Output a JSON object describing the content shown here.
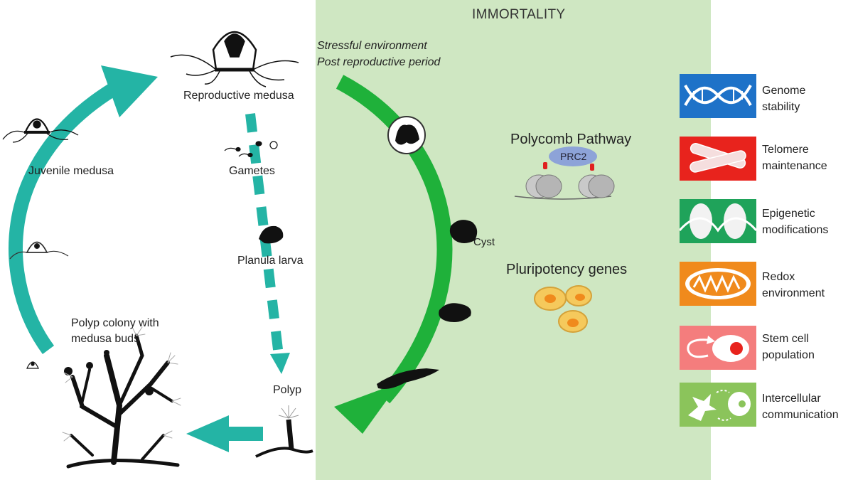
{
  "title": "IMMORTALITY",
  "life_cycle": {
    "reproductive_medusa": "Reproductive medusa",
    "juvenile_medusa": "Juvenile medusa",
    "gametes": "Gametes",
    "planula_larva": "Planula larva",
    "polyp": "Polyp",
    "polyp_colony_line1": "Polyp colony with",
    "polyp_colony_line2": "medusa buds"
  },
  "reversal": {
    "condition_line1": "Stressful environment",
    "condition_line2": "Post reproductive period",
    "cyst": "Cyst"
  },
  "mechanisms": {
    "polycomb": "Polycomb Pathway",
    "prc2": "PRC2",
    "pluripotency": "Pluripotency genes"
  },
  "hallmarks": [
    {
      "line1": "Genome",
      "line2": "stability",
      "color": "#1e72c8",
      "icon": "dna-icon"
    },
    {
      "line1": "Telomere",
      "line2": "maintenance",
      "color": "#e8231d",
      "icon": "chromosome-icon"
    },
    {
      "line1": "Epigenetic",
      "line2": "modifications",
      "color": "#1fa35a",
      "icon": "nucleosome-icon"
    },
    {
      "line1": "Redox",
      "line2": "environment",
      "color": "#f08a1c",
      "icon": "mitochondrion-icon"
    },
    {
      "line1": "Stem cell",
      "line2": "population",
      "color": "#f47d7d",
      "icon": "stem-cell-icon"
    },
    {
      "line1": "Intercellular",
      "line2": "communication",
      "color": "#8bc45b",
      "icon": "cell-communication-icon"
    }
  ],
  "colors": {
    "panel_bg": "#cfe7c2",
    "teal": "#24b4a5",
    "green": "#1fb13a"
  }
}
